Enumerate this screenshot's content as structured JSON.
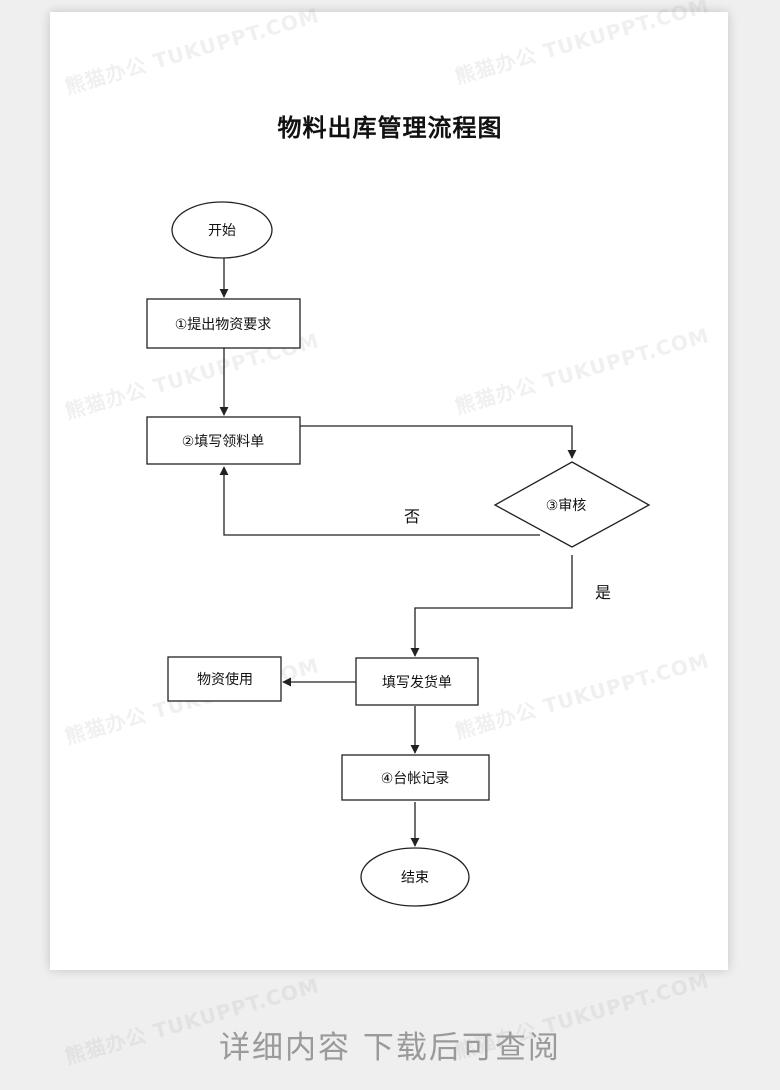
{
  "title": "物料出库管理流程图",
  "nodes": {
    "start": "开始",
    "step1": "①提出物资要求",
    "step2": "②填写领料单",
    "step3": "③审核",
    "step_issue": "填写发货单",
    "use": "物资使用",
    "step4": "④台帐记录",
    "end": "结束"
  },
  "edges": {
    "no": "否",
    "yes": "是"
  },
  "watermark": "熊猫办公 TUKUPPT.COM",
  "footer": "详细内容 下载后可查阅"
}
